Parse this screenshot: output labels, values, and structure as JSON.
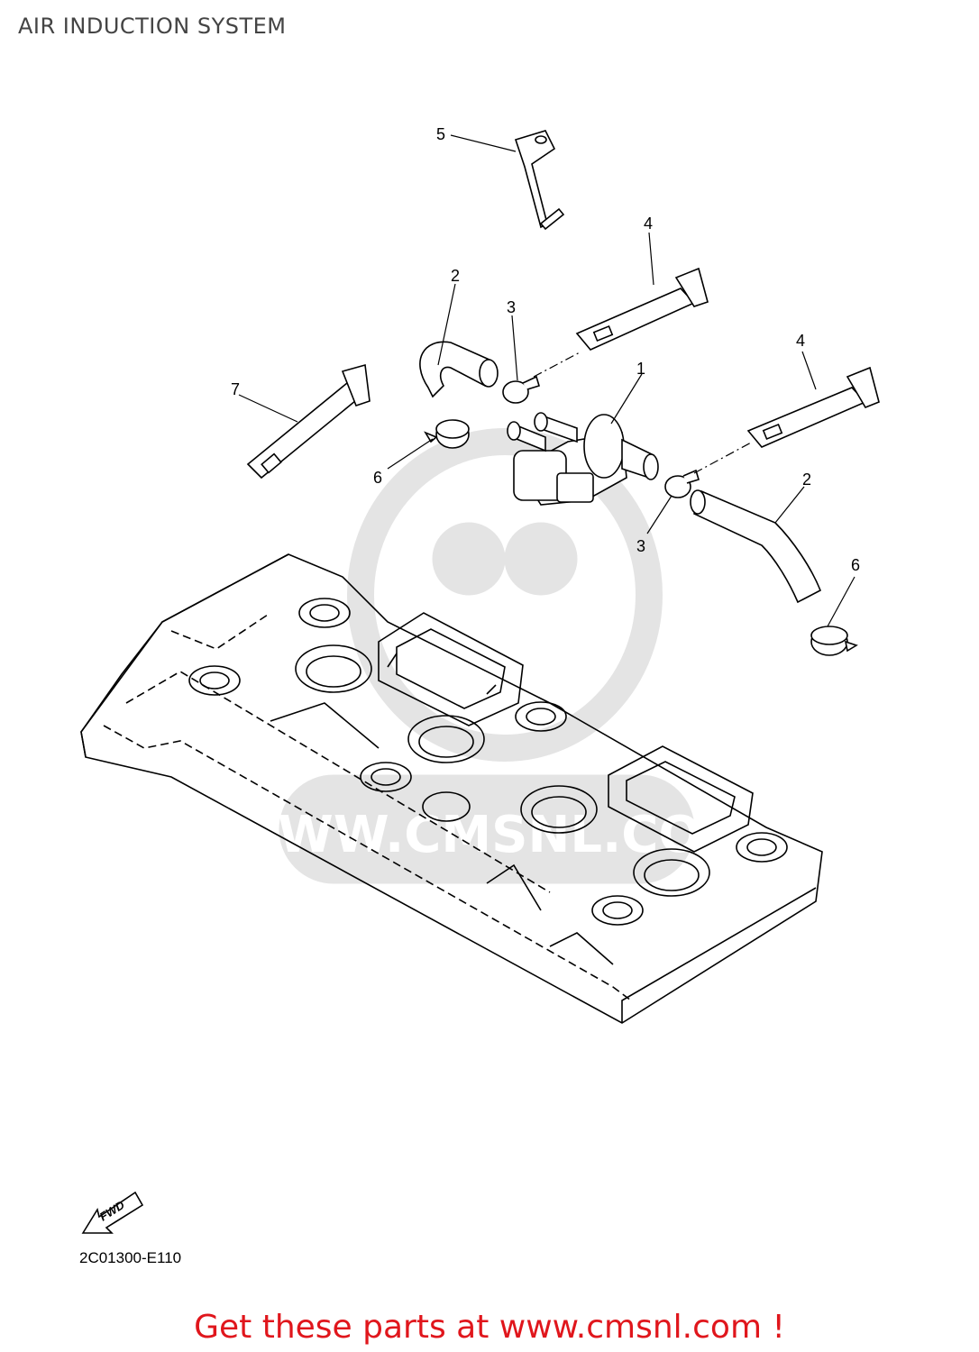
{
  "title": "AIR INDUCTION SYSTEM",
  "callouts": [
    "1",
    "2",
    "2",
    "3",
    "3",
    "4",
    "4",
    "5",
    "6",
    "6",
    "7"
  ],
  "fwd_label": "FWD",
  "drawing_code": "2C01300-E110",
  "footer_link": "Get these parts at www.cmsnl.com !",
  "watermark": "WWW.CMSNL.COM",
  "colors": {
    "line": "#000000",
    "watermark": "#e2e2e2",
    "link": "#e0161c",
    "title": "#444444"
  }
}
